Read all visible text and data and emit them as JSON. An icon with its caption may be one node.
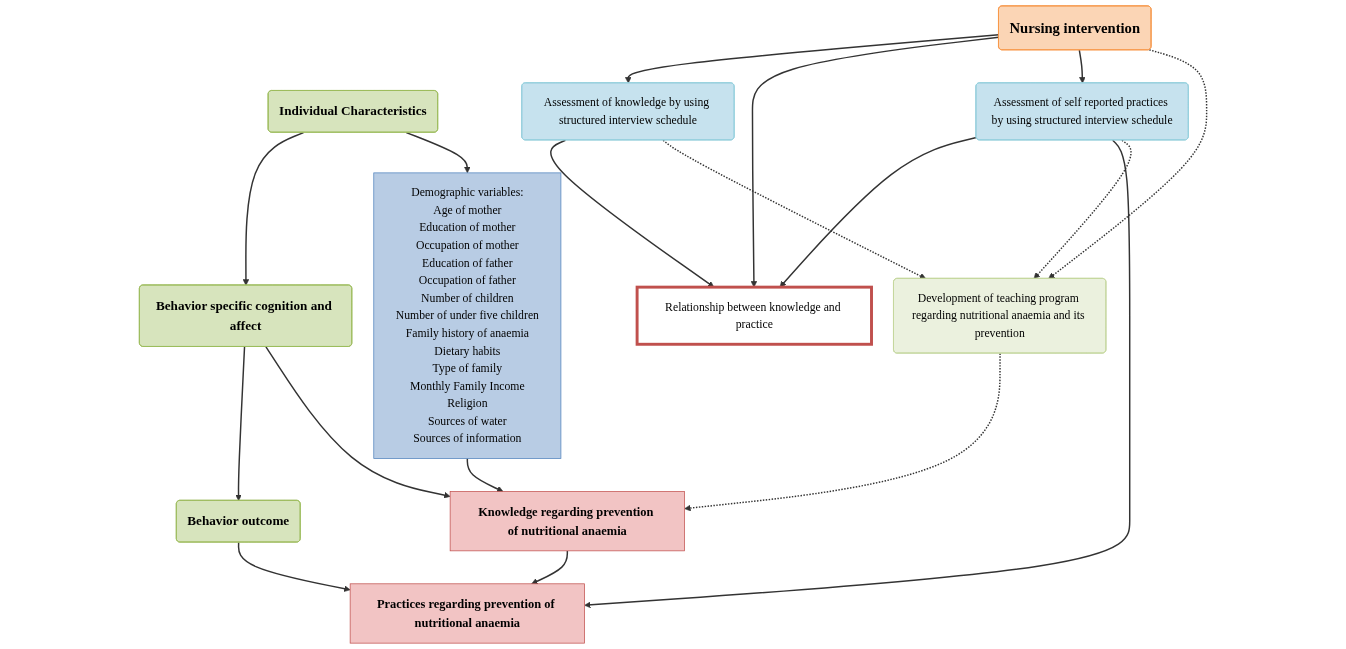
{
  "diagram": {
    "nodes": [
      {
        "text": [
          "Individual Characteristics"
        ]
      },
      {
        "text": [
          "Behavior specific cognition and affect"
        ]
      },
      {
        "text": [
          "Behavior outcome"
        ]
      },
      {
        "text": [
          "Demographic variables:",
          "Age of mother",
          "Education of mother",
          "Occupation of mother",
          "Education of father",
          "Occupation of father",
          "Number of children",
          "Number of under five children",
          "Family history of anaemia",
          "Dietary habits",
          "Type of family",
          "Monthly Family Income",
          "Religion",
          "Sources of water",
          "Sources of information"
        ]
      },
      {
        "text": [
          "Knowledge regarding prevention of nutritional anaemia"
        ]
      },
      {
        "text": [
          "Practices regarding prevention of nutritional anaemia"
        ]
      },
      {
        "text": [
          "Assessment of knowledge by using structured interview schedule"
        ]
      },
      {
        "text": [
          "Relationship between knowledge and practice"
        ]
      },
      {
        "text": [
          "Assessment of self reported practices by using structured interview schedule"
        ]
      },
      {
        "text": [
          "Development of teaching program regarding nutritional anaemia and its prevention"
        ]
      },
      {
        "text": [
          "Nursing intervention"
        ]
      }
    ],
    "edges": [
      {
        "from": 0,
        "to": 1,
        "arrow": "to"
      },
      {
        "from": 1,
        "to": 2,
        "arrow": "to"
      },
      {
        "from": 0,
        "to": 3,
        "arrow": "to"
      },
      {
        "from": 1,
        "to": 4,
        "arrow": "to"
      },
      {
        "from": 2,
        "to": 5,
        "arrow": "to"
      },
      {
        "from": 3,
        "to": 4,
        "arrow": "to"
      },
      {
        "from": 4,
        "to": 5,
        "arrow": "to"
      },
      {
        "from": 6,
        "to": 7,
        "arrow": "to"
      },
      {
        "from": 8,
        "to": 7,
        "arrow": "to"
      },
      {
        "from": 8,
        "to": 5,
        "arrow": "to"
      },
      {
        "from": 10,
        "to": 6,
        "arrow": "to"
      },
      {
        "from": 10,
        "to": 7,
        "arrow": "to"
      },
      {
        "from": 10,
        "to": 8,
        "arrow": "to"
      },
      {
        "from": 6,
        "to": 9,
        "arrow": "to",
        "style": "dashed"
      },
      {
        "from": 9,
        "to": 4,
        "arrow": "to",
        "style": "dashed"
      },
      {
        "from": 10,
        "to": 9,
        "arrow": "to",
        "style": "dashed"
      },
      {
        "from": 8,
        "to": 9,
        "arrow": "to",
        "style": "dashed"
      }
    ]
  }
}
